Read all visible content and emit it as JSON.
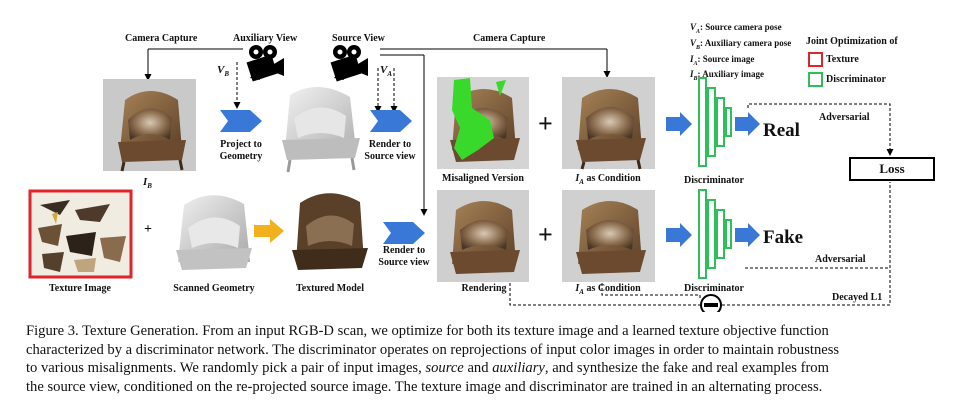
{
  "labels": {
    "camera_capture_left": "Camera Capture",
    "auxiliary_view": "Auxiliary View",
    "source_view": "Source View",
    "camera_capture_right": "Camera Capture",
    "v_b": "V_B",
    "v_a": "V_A",
    "i_b": "I_B",
    "project_to_geometry": [
      "Project to",
      "Geometry"
    ],
    "render_to_source_view_top": [
      "Render to",
      "Source view"
    ],
    "render_to_source_view_bottom": [
      "Render to",
      "Source view"
    ],
    "misaligned_version": "Misaligned Version",
    "ia_condition_top": "as Condition",
    "ia_condition_bottom": "as Condition",
    "ia_symbol": "I_A",
    "discriminator_top": "Discriminator",
    "discriminator_bottom": "Discriminator",
    "real": "Real",
    "fake": "Fake",
    "adversarial_top": "Adversarial",
    "adversarial_bottom": "Adversarial",
    "loss": "Loss",
    "decayed_l1": "Decayed L1",
    "texture_image": "Texture Image",
    "scanned_geometry": "Scanned Geometry",
    "textured_model": "Textured Model",
    "rendering": "Rendering"
  },
  "legend": {
    "lines": [
      {
        "symbol": "V_A",
        "text": ": Source camera pose"
      },
      {
        "symbol": "V_B",
        "text": ": Auxiliary camera pose"
      },
      {
        "symbol": "I_A",
        "text": ": Source image"
      },
      {
        "symbol": "I_B",
        "text": ": Auxiliary image"
      }
    ],
    "joint_title": [
      "Joint Optimization of"
    ],
    "texture_label": "Texture",
    "discriminator_label": "Discriminator",
    "texture_color": "#e0242b",
    "discriminator_color": "#2fbf5a"
  },
  "colors": {
    "blue_arrow": "#3a78d8",
    "yellow_arrow": "#f2b01e",
    "disc_green": "#2fbf5a",
    "texture_red": "#e0242b",
    "misaligned_green": "#38d92a"
  },
  "caption": {
    "line1": "Figure 3. Texture Generation. From an input RGB-D scan, we optimize for both its texture image and a learned texture objective function",
    "line2": "characterized by a discriminator network. The discriminator operates on reprojections of input color images in order to maintain robustness",
    "line3": "to various misalignments. We randomly pick a pair of input images,",
    "line3_source": "source",
    "line3_and": "and",
    "line3_auxiliary": "auxiliary",
    "line3_end": ", and synthesize the fake and real examples from",
    "line4": "the source view, conditioned on the re-projected source image. The texture image and discriminator are trained in an alternating process."
  }
}
